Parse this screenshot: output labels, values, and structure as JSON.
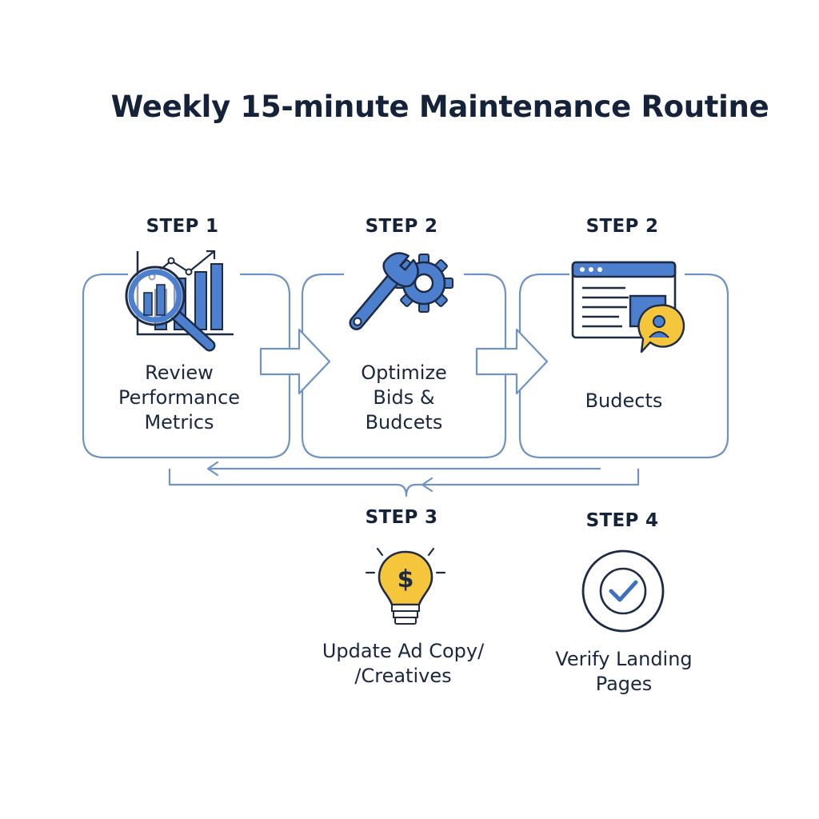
{
  "title": "Weekly 15-minute Maintenance Routine",
  "steps": [
    {
      "label": "STEP 1",
      "text": "Review\nPerformance\nMetrics",
      "icon": "magnifier-bar-chart-icon"
    },
    {
      "label": "STEP 2",
      "text": "Optimize\nBids &\nBudcets",
      "icon": "wrench-gear-icon"
    },
    {
      "label": "STEP 2",
      "text": "Budects",
      "icon": "browser-window-location-icon"
    },
    {
      "label": "STEP 3",
      "text": "Update Ad Copy/\n/Creatives",
      "icon": "lightbulb-dollar-icon"
    },
    {
      "label": "STEP 4",
      "text": "Verify Landing\nPages",
      "icon": "check-circle-icon"
    }
  ],
  "colors": {
    "stroke": "#4a76b6",
    "fill_blue": "#4d7fcf",
    "accent_yellow": "#f5c53c",
    "text": "#14223a"
  }
}
